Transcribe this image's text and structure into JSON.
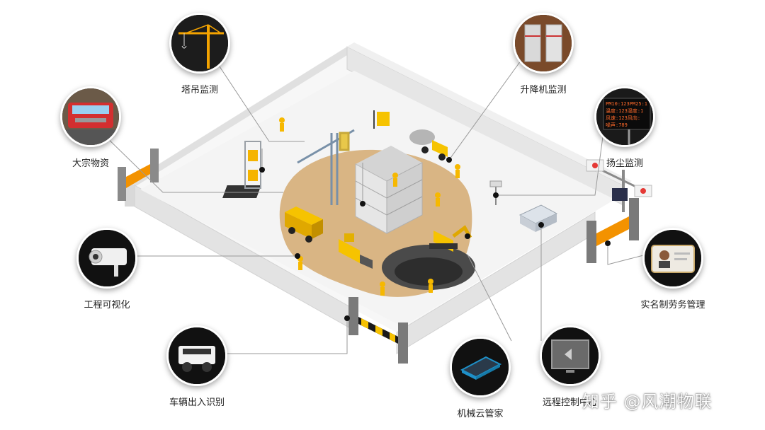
{
  "nodes": {
    "tower_crane": "塔吊监测",
    "hoist": "升降机监测",
    "bulk_material": "大宗物资",
    "dust": "扬尘监测",
    "visualization": "工程可视化",
    "real_name": "实名制劳务管理",
    "vehicle": "车辆出入识别",
    "cloud": "机械云管家",
    "remote": "远程控制中心"
  },
  "dust_display_lines": [
    "PM10:123PM25:1",
    "温度:123湿度:1",
    "风速:123风向:",
    "噪声:789"
  ],
  "watermark": "知乎 @风潮物联"
}
